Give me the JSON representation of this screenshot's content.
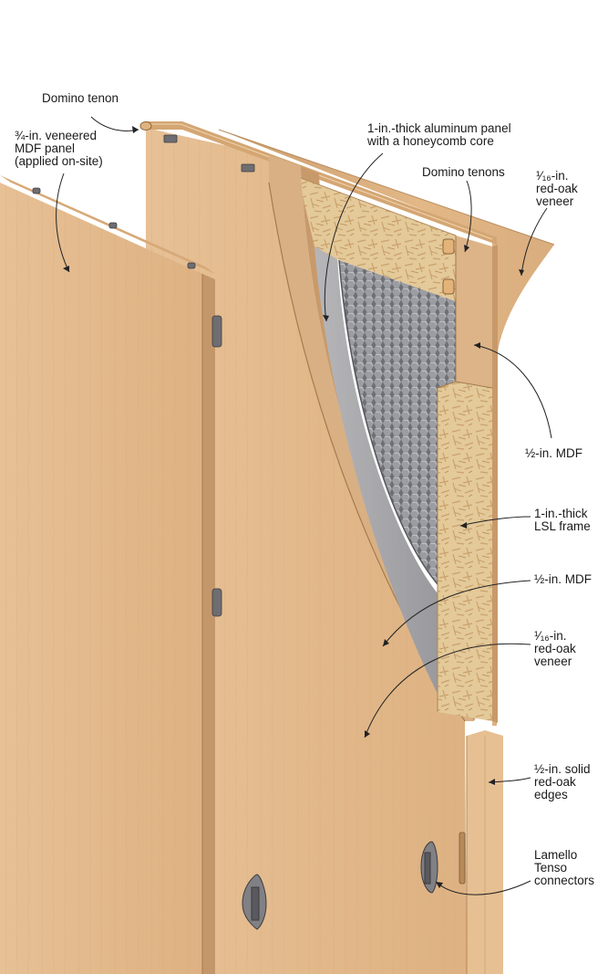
{
  "colors": {
    "oak_light": "#e8c397",
    "oak_mid": "#ddb283",
    "oak_dark": "#c99d6e",
    "mdf": "#dcb58a",
    "osb": "#e6cc9c",
    "aluminum": "#a9a9ac",
    "honeycomb": "#7d7e83",
    "hardware": "#6e6e72"
  },
  "callouts": {
    "domino_tenon": "Domino tenon",
    "mdf_panel": "¾-in. veneered\nMDF panel\n(applied on-site)",
    "aluminum_panel": "1-in.-thick aluminum panel\nwith a honeycomb core",
    "domino_tenons": "Domino tenons",
    "veneer_top": "¹⁄₁₆-in.\nred-oak\nveneer",
    "mdf_upper": "½-in. MDF",
    "lsl_frame": "1-in.-thick\nLSL frame",
    "mdf_lower": "½-in. MDF",
    "veneer_lower": "¹⁄₁₆-in.\nred-oak\nveneer",
    "solid_edges": "½-in. solid\nred-oak\nedges",
    "tenso": "Lamello\nTenso\nconnectors"
  }
}
